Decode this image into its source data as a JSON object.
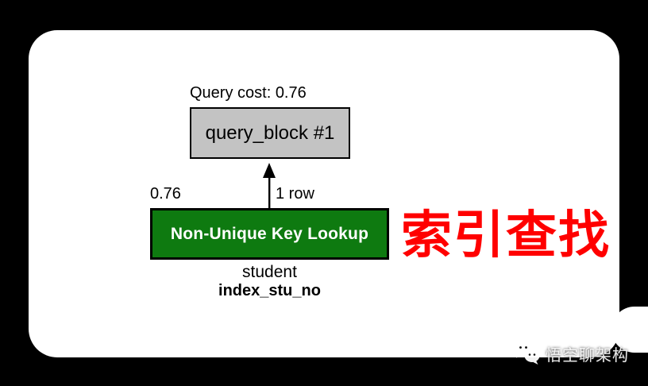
{
  "canvas": {
    "background": "#000000",
    "card_background": "#ffffff"
  },
  "diagram": {
    "query_cost_label": "Query cost: 0.76",
    "query_block": {
      "label": "query_block #1",
      "fill": "#c3c3c3",
      "border": "#000000"
    },
    "edge": {
      "cost_label": "0.76",
      "rows_label": "1 row",
      "arrow_color": "#000000",
      "direction": "up"
    },
    "operation": {
      "label": "Non-Unique Key Lookup",
      "fill": "#0e7a10",
      "text_color": "#ffffff",
      "border": "#000000"
    },
    "table_name": "student",
    "index_name": "index_stu_no"
  },
  "annotation": {
    "text": "索引查找",
    "color": "#ff0000"
  },
  "watermark": {
    "icon": "wechat-chat-bubbles-icon",
    "text": "悟空聊架构"
  }
}
